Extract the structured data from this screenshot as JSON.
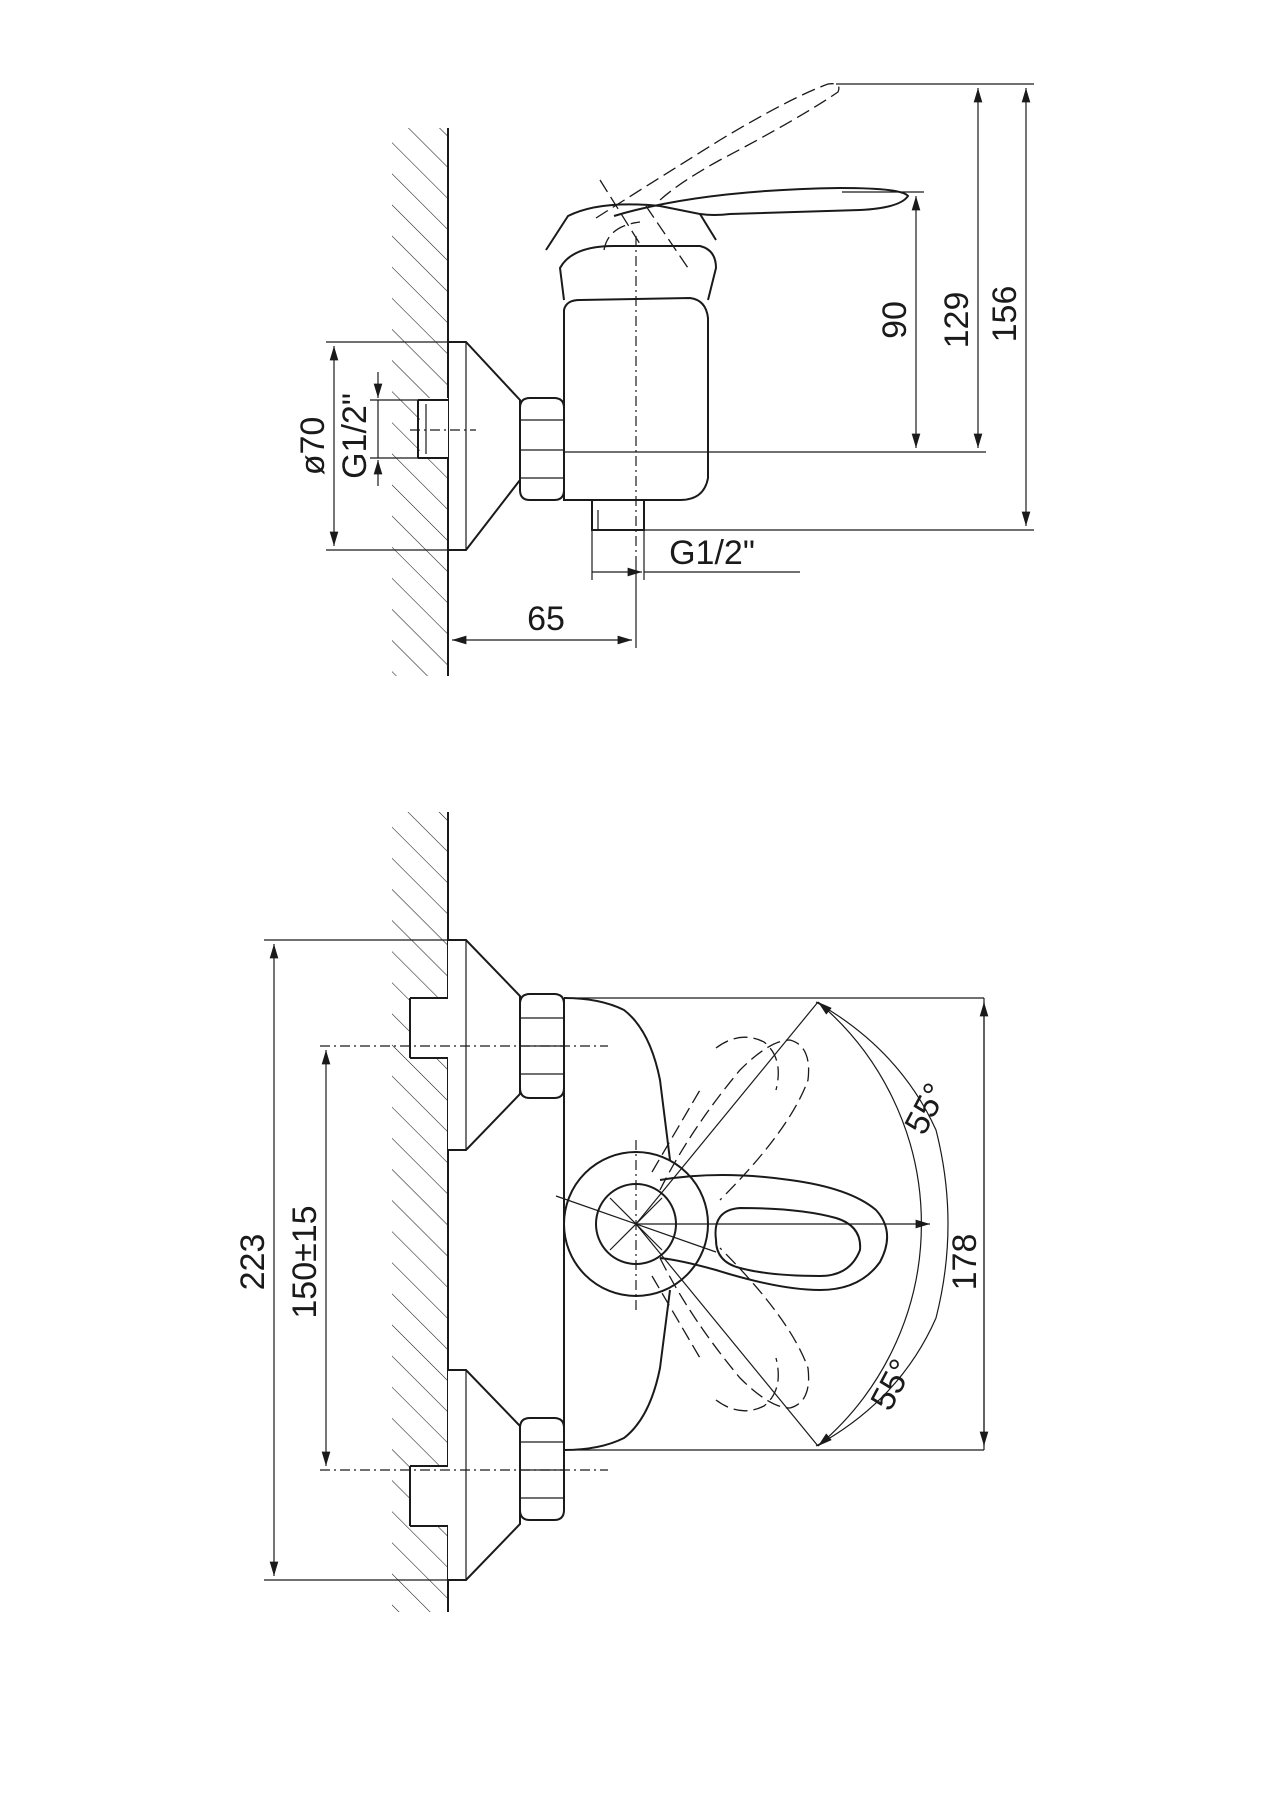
{
  "side_view": {
    "dims": {
      "height_lever": "90",
      "height_body": "129",
      "height_total": "156",
      "flange_diameter": "ø70",
      "inlet_thread": "G1/2\"",
      "outlet_thread": "G1/2\"",
      "projection": "65"
    }
  },
  "top_view": {
    "dims": {
      "overall_length": "223",
      "inlet_spacing": "150±15",
      "body_width": "178",
      "angle_upper": "55°",
      "angle_lower": "55°"
    }
  }
}
